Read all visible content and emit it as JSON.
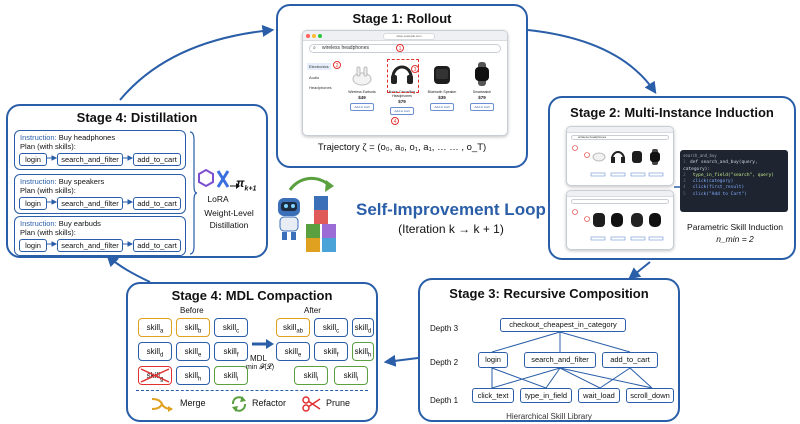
{
  "center": {
    "title": "Self-Improvement Loop",
    "subtitle": "(Iteration k → k + 1)"
  },
  "stage1": {
    "title": "Stage 1: Rollout",
    "url": "shop.example.com",
    "search_text": "wireless headphones",
    "nav": [
      "Electronics",
      "Audio",
      "Headphones"
    ],
    "products": [
      {
        "name": "Wireless Earbuds",
        "price": "$49",
        "button": "Add to Cart"
      },
      {
        "name": "Noise-Cancelling Headphones",
        "price": "$79",
        "button": "Add to Cart"
      },
      {
        "name": "Bluetooth Speaker",
        "price": "$39",
        "button": "Add to Cart"
      },
      {
        "name": "Smartwatch",
        "price": "$79",
        "button": "Add to Cart"
      }
    ],
    "markers": [
      "1",
      "2",
      "3",
      "4"
    ],
    "trajectory_label": "Trajectory ζ = (o₀, a₀, o₁, a₁, … … , o_T)"
  },
  "stage2": {
    "title": "Stage 2: Multi-Instance Induction",
    "search_text": "wireless headphones",
    "code_tab": "search_and_buy",
    "code_lines": [
      "def search_and_buy(query, category):",
      "    type_in_field(\"search\", query)",
      "    click(category)",
      "    click(first_result)",
      "    click(\"Add to Cart\")"
    ],
    "caption": "Parametric Skill Induction",
    "nmin": "n_min = 2"
  },
  "stage3": {
    "title": "Stage 3: Recursive Composition",
    "depth_labels": [
      "Depth 3",
      "Depth 2",
      "Depth 1"
    ],
    "depth3": [
      "checkout_cheapest_in_category"
    ],
    "depth2": [
      "login",
      "search_and_filter",
      "add_to_cart"
    ],
    "depth1": [
      "click_text",
      "type_in_field",
      "wait_load",
      "scroll_down"
    ],
    "footer": "Hierarchical Skill Library"
  },
  "stage4_mdl": {
    "title": "Stage 4: MDL Compaction",
    "before_label": "Before",
    "after_label": "After",
    "mdl_label": "MDL",
    "min_label": "min 𝓕(𝓛)",
    "before_grid": [
      [
        {
          "base": "skill",
          "sub": "a"
        },
        {
          "base": "skill",
          "sub": "b"
        },
        {
          "base": "skill",
          "sub": "c"
        }
      ],
      [
        {
          "base": "skill",
          "sub": "d"
        },
        {
          "base": "skill",
          "sub": "e"
        },
        {
          "base": "skill",
          "sub": "f"
        }
      ],
      [
        {
          "base": "skill",
          "sub": "g"
        },
        {
          "base": "skill",
          "sub": "h"
        },
        {
          "base": "skill",
          "sub": "i"
        }
      ]
    ],
    "after_grid": [
      [
        {
          "base": "skill",
          "sub": "ab"
        },
        {
          "base": "skill",
          "sub": "c"
        },
        {
          "base": "skill",
          "sub": "d"
        }
      ],
      [
        {
          "base": "skill",
          "sub": "e"
        },
        {
          "base": "skill",
          "sub": "f"
        },
        {
          "base": "skill",
          "sub": "h"
        }
      ],
      [
        {
          "base": "skill",
          "sub": "i"
        },
        {
          "base": "skill",
          "sub": "i"
        }
      ]
    ],
    "legend": [
      "Merge",
      "Refactor",
      "Prune"
    ]
  },
  "stage4_distill": {
    "title": "Stage 4: Distillation",
    "instances": [
      {
        "instruction_label": "Instruction:",
        "instruction": "Buy headphones",
        "plan": "Plan (with skills):",
        "steps": [
          "login",
          "search_and_filter",
          "add_to_cart"
        ]
      },
      {
        "instruction_label": "Instruction:",
        "instruction": "Buy speakers",
        "plan": "Plan (with skills):",
        "steps": [
          "login",
          "search_and_filter",
          "add_to_cart"
        ]
      },
      {
        "instruction_label": "Instruction:",
        "instruction": "Buy earbuds",
        "plan": "Plan (with skills):",
        "steps": [
          "login",
          "search_and_filter",
          "add_to_cart"
        ]
      }
    ],
    "lora": "LoRA",
    "weight_level": "Weight-Level",
    "distillation": "Distillation",
    "pi": "π",
    "pi_sub": "k+1"
  },
  "colors": {
    "panel_border": "#2a5ea8",
    "accent_blue": "#2a5ea8",
    "merge_orange": "#e0a020",
    "refactor_green": "#5aa040",
    "prune_red": "#e03030"
  }
}
